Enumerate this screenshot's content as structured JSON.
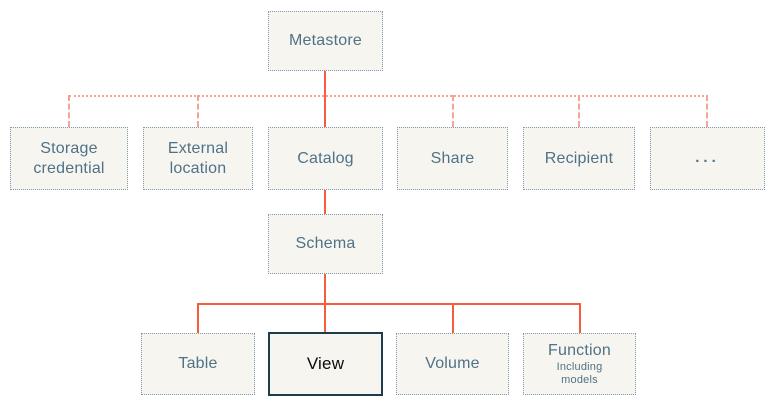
{
  "nodes": {
    "metastore": {
      "label": "Metastore"
    },
    "storage_credential": {
      "label": "Storage credential"
    },
    "external_location": {
      "label": "External location"
    },
    "catalog": {
      "label": "Catalog"
    },
    "share": {
      "label": "Share"
    },
    "recipient": {
      "label": "Recipient"
    },
    "ellipsis": {
      "label": "..."
    },
    "schema": {
      "label": "Schema"
    },
    "table": {
      "label": "Table"
    },
    "view": {
      "label": "View"
    },
    "volume": {
      "label": "Volume"
    },
    "function": {
      "label": "Function",
      "sublabel": "Including models"
    }
  },
  "colors": {
    "canvas_bg": "#ffffff",
    "box_fill": "#f7f5f0",
    "box_border": "#7e9aac",
    "box_text": "#4f7287",
    "line_solid": "#f85c3e",
    "line_dotted": "#f6a294",
    "highlight_border": "#1d3d4f",
    "highlight_text": "#0a0a0a"
  }
}
